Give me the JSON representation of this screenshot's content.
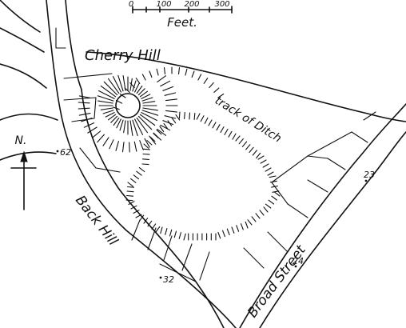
{
  "map": {
    "place_name": "Cherry Hill",
    "ditch_label": "track of Ditch",
    "streets": {
      "back_hill": "Back Hill",
      "broad_street": "Broad Street"
    },
    "scale": {
      "ticks": [
        "0",
        "100",
        "200",
        "300"
      ],
      "unit": "Feet."
    },
    "north_label": "N.",
    "spot_heights": {
      "h62": "62",
      "h32": "32",
      "h24": "24",
      "h23": "23"
    }
  }
}
